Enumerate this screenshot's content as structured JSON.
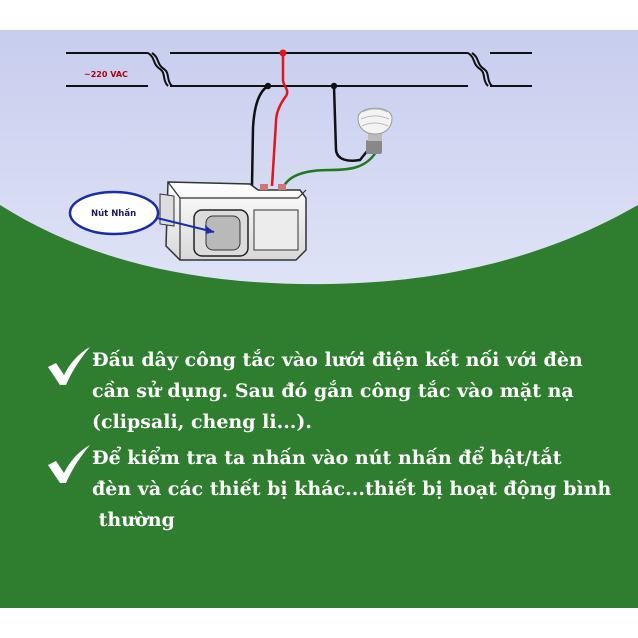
{
  "diagram": {
    "voltage_label": "~220 VAC",
    "callout_label": "Nút Nhấn"
  },
  "tips": [
    {
      "icon": "checkmark-icon",
      "lines": [
        "Đấu dây công tắc vào lưới điện kết nối với đèn",
        "cần sử dụng. Sau đó gắn công tắc vào mặt nạ",
        "(clipsali, cheng li...)."
      ]
    },
    {
      "icon": "checkmark-icon",
      "lines": [
        "Để kiểm tra ta nhấn vào nút nhấn để bật/tắt",
        "đèn và các thiết bị khác...thiết bị hoạt động bình",
        " thường"
      ]
    }
  ],
  "colors": {
    "sky": "#cdd3f0",
    "green": "#2e7d2e",
    "live_wire": "#e0161e",
    "neutral_wire": "#111111",
    "load_wire": "#1f7a1f",
    "callout": "#1a2da8"
  }
}
